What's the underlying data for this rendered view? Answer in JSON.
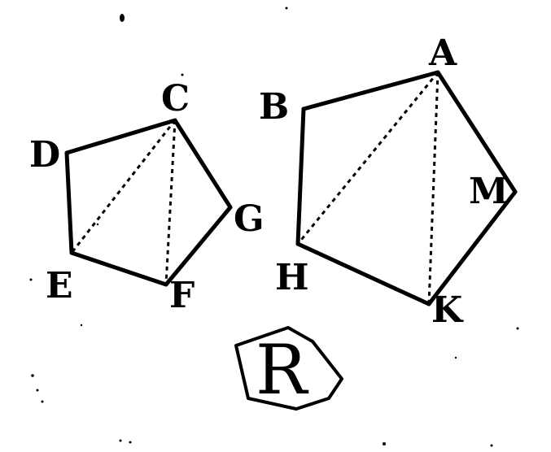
{
  "diagram": {
    "small_pentagon": {
      "vertices": [
        "C",
        "G",
        "F",
        "E",
        "D"
      ],
      "solid_edges": [
        [
          "C",
          "G"
        ],
        [
          "G",
          "F"
        ],
        [
          "F",
          "E"
        ],
        [
          "E",
          "D"
        ],
        [
          "D",
          "C"
        ]
      ],
      "dashed_diagonals": [
        [
          "C",
          "E"
        ],
        [
          "C",
          "F"
        ]
      ]
    },
    "large_pentagon": {
      "vertices": [
        "A",
        "M",
        "K",
        "H",
        "B"
      ],
      "solid_edges": [
        [
          "A",
          "M"
        ],
        [
          "M",
          "K"
        ],
        [
          "K",
          "H"
        ],
        [
          "H",
          "B"
        ],
        [
          "B",
          "A"
        ]
      ],
      "dashed_diagonals": [
        [
          "A",
          "H"
        ],
        [
          "A",
          "K"
        ]
      ]
    },
    "labels": {
      "A": "A",
      "B": "B",
      "C": "C",
      "D": "D",
      "E": "E",
      "F": "F",
      "G": "G",
      "H": "H",
      "K": "K",
      "M": "M"
    },
    "emblem_letter": "R"
  }
}
